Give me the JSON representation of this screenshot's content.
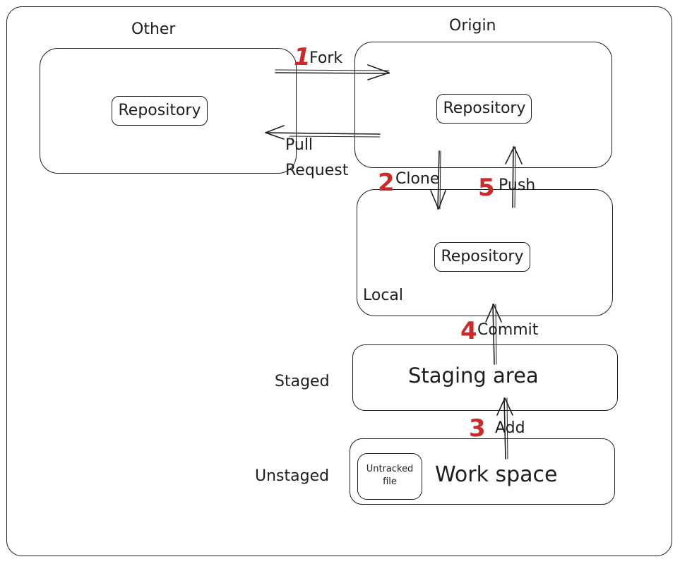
{
  "groups": {
    "other": {
      "title": "Other",
      "repo": "Repository"
    },
    "origin": {
      "title": "Origin",
      "repo": "Repository"
    },
    "local": {
      "title": "Local",
      "repo": "Repository"
    }
  },
  "areas": {
    "staging": {
      "title": "Staging area",
      "side_label": "Staged"
    },
    "workspace": {
      "title": "Work space",
      "side_label": "Unstaged",
      "untracked": "Untracked file"
    }
  },
  "steps": [
    {
      "num": "1",
      "label": "Fork"
    },
    {
      "num": "2",
      "label": "Clone"
    },
    {
      "num": "3",
      "label": "Add"
    },
    {
      "num": "4",
      "label": "Commit"
    },
    {
      "num": "5",
      "label": "Push"
    }
  ],
  "pull_request": "Pull Request",
  "colors": {
    "stroke": "#1e1e1e",
    "step_number": "#c92a2a"
  }
}
